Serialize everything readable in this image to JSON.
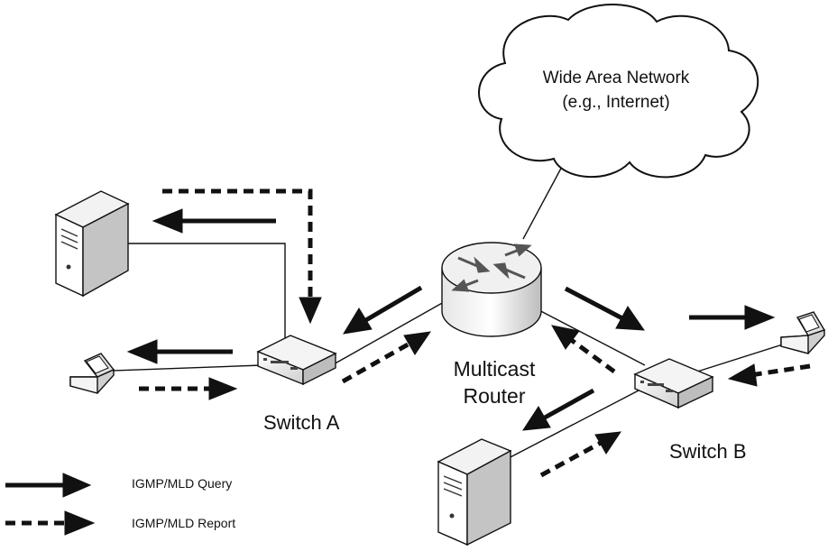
{
  "cloud": {
    "line1": "Wide Area Network",
    "line2": "(e.g., Internet)"
  },
  "router": {
    "line1": "Multicast",
    "line2": "Router"
  },
  "switch_a": {
    "label": "Switch A"
  },
  "switch_b": {
    "label": "Switch B"
  },
  "legend": {
    "query": "IGMP/MLD Query",
    "report": "IGMP/MLD Report"
  },
  "icons": [
    "cloud-icon",
    "router-icon",
    "switch-icon",
    "server-icon",
    "laptop-icon"
  ],
  "colors": {
    "ink": "#111111",
    "device_light": "#f4f4f4",
    "device_shade": "#c8c8c8"
  }
}
